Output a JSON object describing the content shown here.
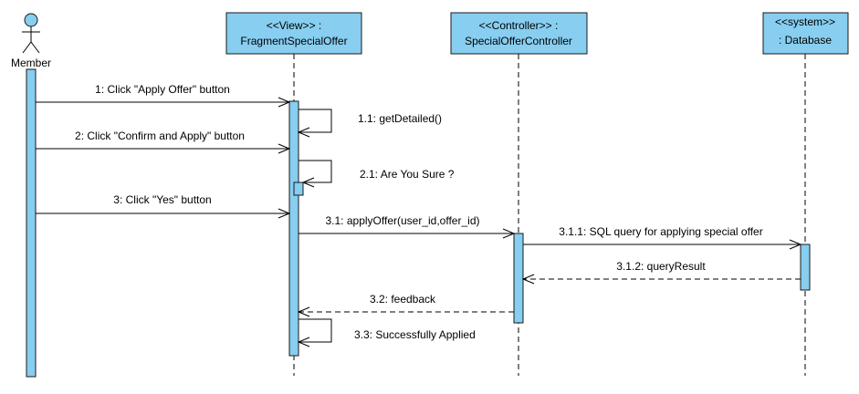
{
  "colors": {
    "box_fill": "#87CEF0",
    "box_stroke": "#1a1a1a",
    "line": "#000000"
  },
  "lifelines": {
    "actor": {
      "label": "Member"
    },
    "view": {
      "line1": "<<View>> :",
      "line2": "FragmentSpecialOffer"
    },
    "controller": {
      "line1": "<<Controller>> :",
      "line2": "SpecialOfferController"
    },
    "database": {
      "line1": "<<system>>",
      "line2": ": Database"
    }
  },
  "messages": {
    "m1": "1: Click \"Apply Offer\" button",
    "m1_1": "1.1: getDetailed()",
    "m2": "2: Click \"Confirm and Apply\" button",
    "m2_1": "2.1: Are You Sure ?",
    "m3": "3: Click \"Yes\" button",
    "m3_1": "3.1: applyOffer(user_id,offer_id)",
    "m311": "3.1.1: SQL query for applying special offer",
    "m312": "3.1.2: queryResult",
    "m3_2": "3.2: feedback",
    "m3_3": "3.3: Successfully Applied"
  }
}
